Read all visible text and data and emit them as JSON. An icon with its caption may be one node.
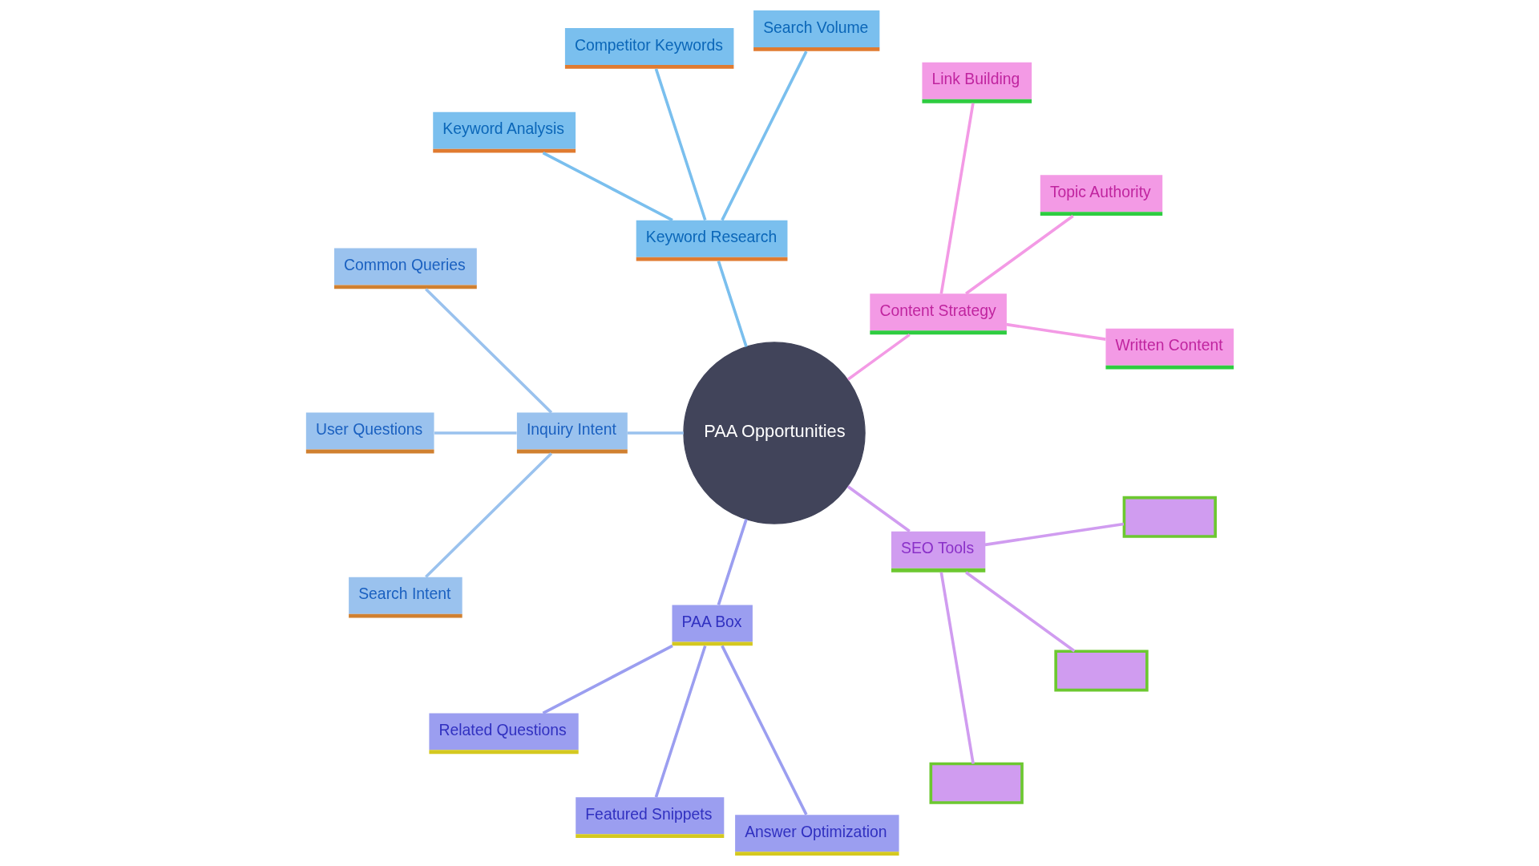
{
  "diagram": {
    "nodes": [
      {
        "text": [
          "PAA Opportunities"
        ]
      },
      {
        "text": [
          "Content Strategy"
        ]
      },
      {
        "text": [
          "Written Content"
        ]
      },
      {
        "text": [
          "Topic Authority"
        ]
      },
      {
        "text": [
          "Link Building"
        ]
      },
      {
        "text": [
          "Keyword Research"
        ]
      },
      {
        "text": [
          "Search Volume"
        ]
      },
      {
        "text": [
          "Competitor Keywords"
        ]
      },
      {
        "text": [
          "Keyword Analysis"
        ]
      },
      {
        "text": [
          "Inquiry Intent"
        ]
      },
      {
        "text": [
          "Common Queries"
        ]
      },
      {
        "text": [
          "User Questions"
        ]
      },
      {
        "text": [
          "Search Intent"
        ]
      },
      {
        "text": [
          "PAA Box"
        ]
      },
      {
        "text": [
          "Related Questions"
        ]
      },
      {
        "text": [
          "Featured Snippets"
        ]
      },
      {
        "text": [
          "Answer Optimization"
        ]
      },
      {
        "text": [
          "SEO Tools"
        ]
      },
      {
        "text": [],
        "shape": "box"
      },
      {
        "text": [],
        "shape": "box"
      },
      {
        "text": [],
        "shape": "box"
      }
    ],
    "edges": [
      {
        "from": 0,
        "to": 1,
        "arrow": "none",
        "color": "#f39ae5"
      },
      {
        "from": 1,
        "to": 2,
        "arrow": "none",
        "color": "#f39ae5"
      },
      {
        "from": 1,
        "to": 3,
        "arrow": "none",
        "color": "#f39ae5"
      },
      {
        "from": 1,
        "to": 4,
        "arrow": "none",
        "color": "#f39ae5"
      },
      {
        "from": 0,
        "to": 5,
        "arrow": "none",
        "color": "#7abfee"
      },
      {
        "from": 5,
        "to": 6,
        "arrow": "none",
        "color": "#7abfee"
      },
      {
        "from": 5,
        "to": 7,
        "arrow": "none",
        "color": "#7abfee"
      },
      {
        "from": 5,
        "to": 8,
        "arrow": "none",
        "color": "#7abfee"
      },
      {
        "from": 0,
        "to": 9,
        "arrow": "none",
        "color": "#9ac2ee"
      },
      {
        "from": 9,
        "to": 10,
        "arrow": "none",
        "color": "#9ac2ee"
      },
      {
        "from": 9,
        "to": 11,
        "arrow": "none",
        "color": "#9ac2ee"
      },
      {
        "from": 9,
        "to": 12,
        "arrow": "none",
        "color": "#9ac2ee"
      },
      {
        "from": 0,
        "to": 13,
        "arrow": "none",
        "color": "#9b9ef0"
      },
      {
        "from": 13,
        "to": 14,
        "arrow": "none",
        "color": "#9b9ef0"
      },
      {
        "from": 13,
        "to": 15,
        "arrow": "none",
        "color": "#9b9ef0"
      },
      {
        "from": 13,
        "to": 16,
        "arrow": "none",
        "color": "#9b9ef0"
      },
      {
        "from": 0,
        "to": 17,
        "arrow": "none",
        "color": "#d09cf0"
      },
      {
        "from": 17,
        "to": 18,
        "arrow": "none",
        "color": "#d09cf0"
      },
      {
        "from": 17,
        "to": 19,
        "arrow": "none",
        "color": "#d09cf0"
      },
      {
        "from": 17,
        "to": 20,
        "arrow": "none",
        "color": "#d09cf0"
      }
    ]
  }
}
